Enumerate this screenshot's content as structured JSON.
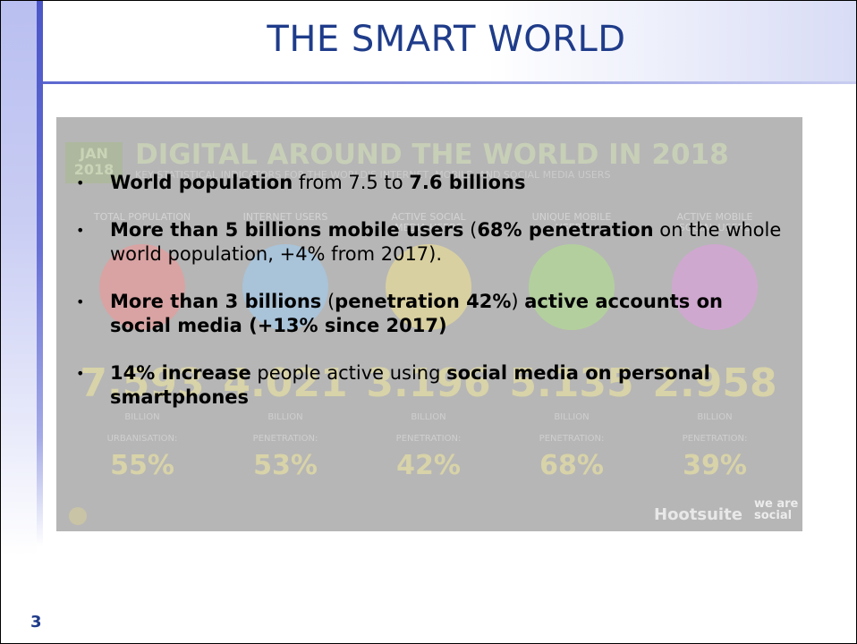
{
  "slide": {
    "title": "THE SMART WORLD",
    "page_number": "3"
  },
  "background_infographic": {
    "badge": "JAN 2018",
    "heading": "DIGITAL AROUND THE WORLD IN 2018",
    "subheading": "KEY STATISTICAL INDICATORS FOR THE WORLD'S INTERNET, MOBILE, AND SOCIAL MEDIA USERS",
    "columns": [
      {
        "label": "TOTAL POPULATION",
        "value": "7.593",
        "unit": "BILLION",
        "metric": "URBANISATION:",
        "pct": "55%",
        "color": "#d9a3a3"
      },
      {
        "label": "INTERNET USERS",
        "value": "4.021",
        "unit": "BILLION",
        "metric": "PENETRATION:",
        "pct": "53%",
        "color": "#a9c3d9"
      },
      {
        "label": "ACTIVE SOCIAL MEDIA USERS",
        "value": "3.196",
        "unit": "BILLION",
        "metric": "PENETRATION:",
        "pct": "42%",
        "color": "#d9d0a1"
      },
      {
        "label": "UNIQUE MOBILE USERS",
        "value": "5.135",
        "unit": "BILLION",
        "metric": "PENETRATION:",
        "pct": "68%",
        "color": "#b3cf9e"
      },
      {
        "label": "ACTIVE MOBILE SOCIAL USERS",
        "value": "2.958",
        "unit": "BILLION",
        "metric": "PENETRATION:",
        "pct": "39%",
        "color": "#cfa8cf"
      }
    ],
    "brand_hootsuite": "Hootsuite",
    "brand_wearesocial": "we are social"
  },
  "bullets": [
    {
      "parts": [
        {
          "b": true,
          "t": "World population"
        },
        {
          "b": false,
          "t": " from 7.5 to "
        },
        {
          "b": true,
          "t": "7.6 billions"
        }
      ]
    },
    {
      "parts": [
        {
          "b": true,
          "t": "More than 5 billions mobile users"
        },
        {
          "b": false,
          "t": " ("
        },
        {
          "b": true,
          "t": "68% penetration"
        },
        {
          "b": false,
          "t": " on the whole world population, +4% from 2017)."
        }
      ]
    },
    {
      "parts": [
        {
          "b": true,
          "t": "More than 3 billions"
        },
        {
          "b": false,
          "t": " ("
        },
        {
          "b": true,
          "t": "penetration 42%"
        },
        {
          "b": false,
          "t": ") "
        },
        {
          "b": true,
          "t": "active accounts on social media (+13% since 2017)"
        }
      ]
    },
    {
      "parts": [
        {
          "b": true,
          "t": "14% increase"
        },
        {
          "b": false,
          "t": " people active using "
        },
        {
          "b": true,
          "t": "social media on personal smartphones"
        }
      ]
    }
  ]
}
